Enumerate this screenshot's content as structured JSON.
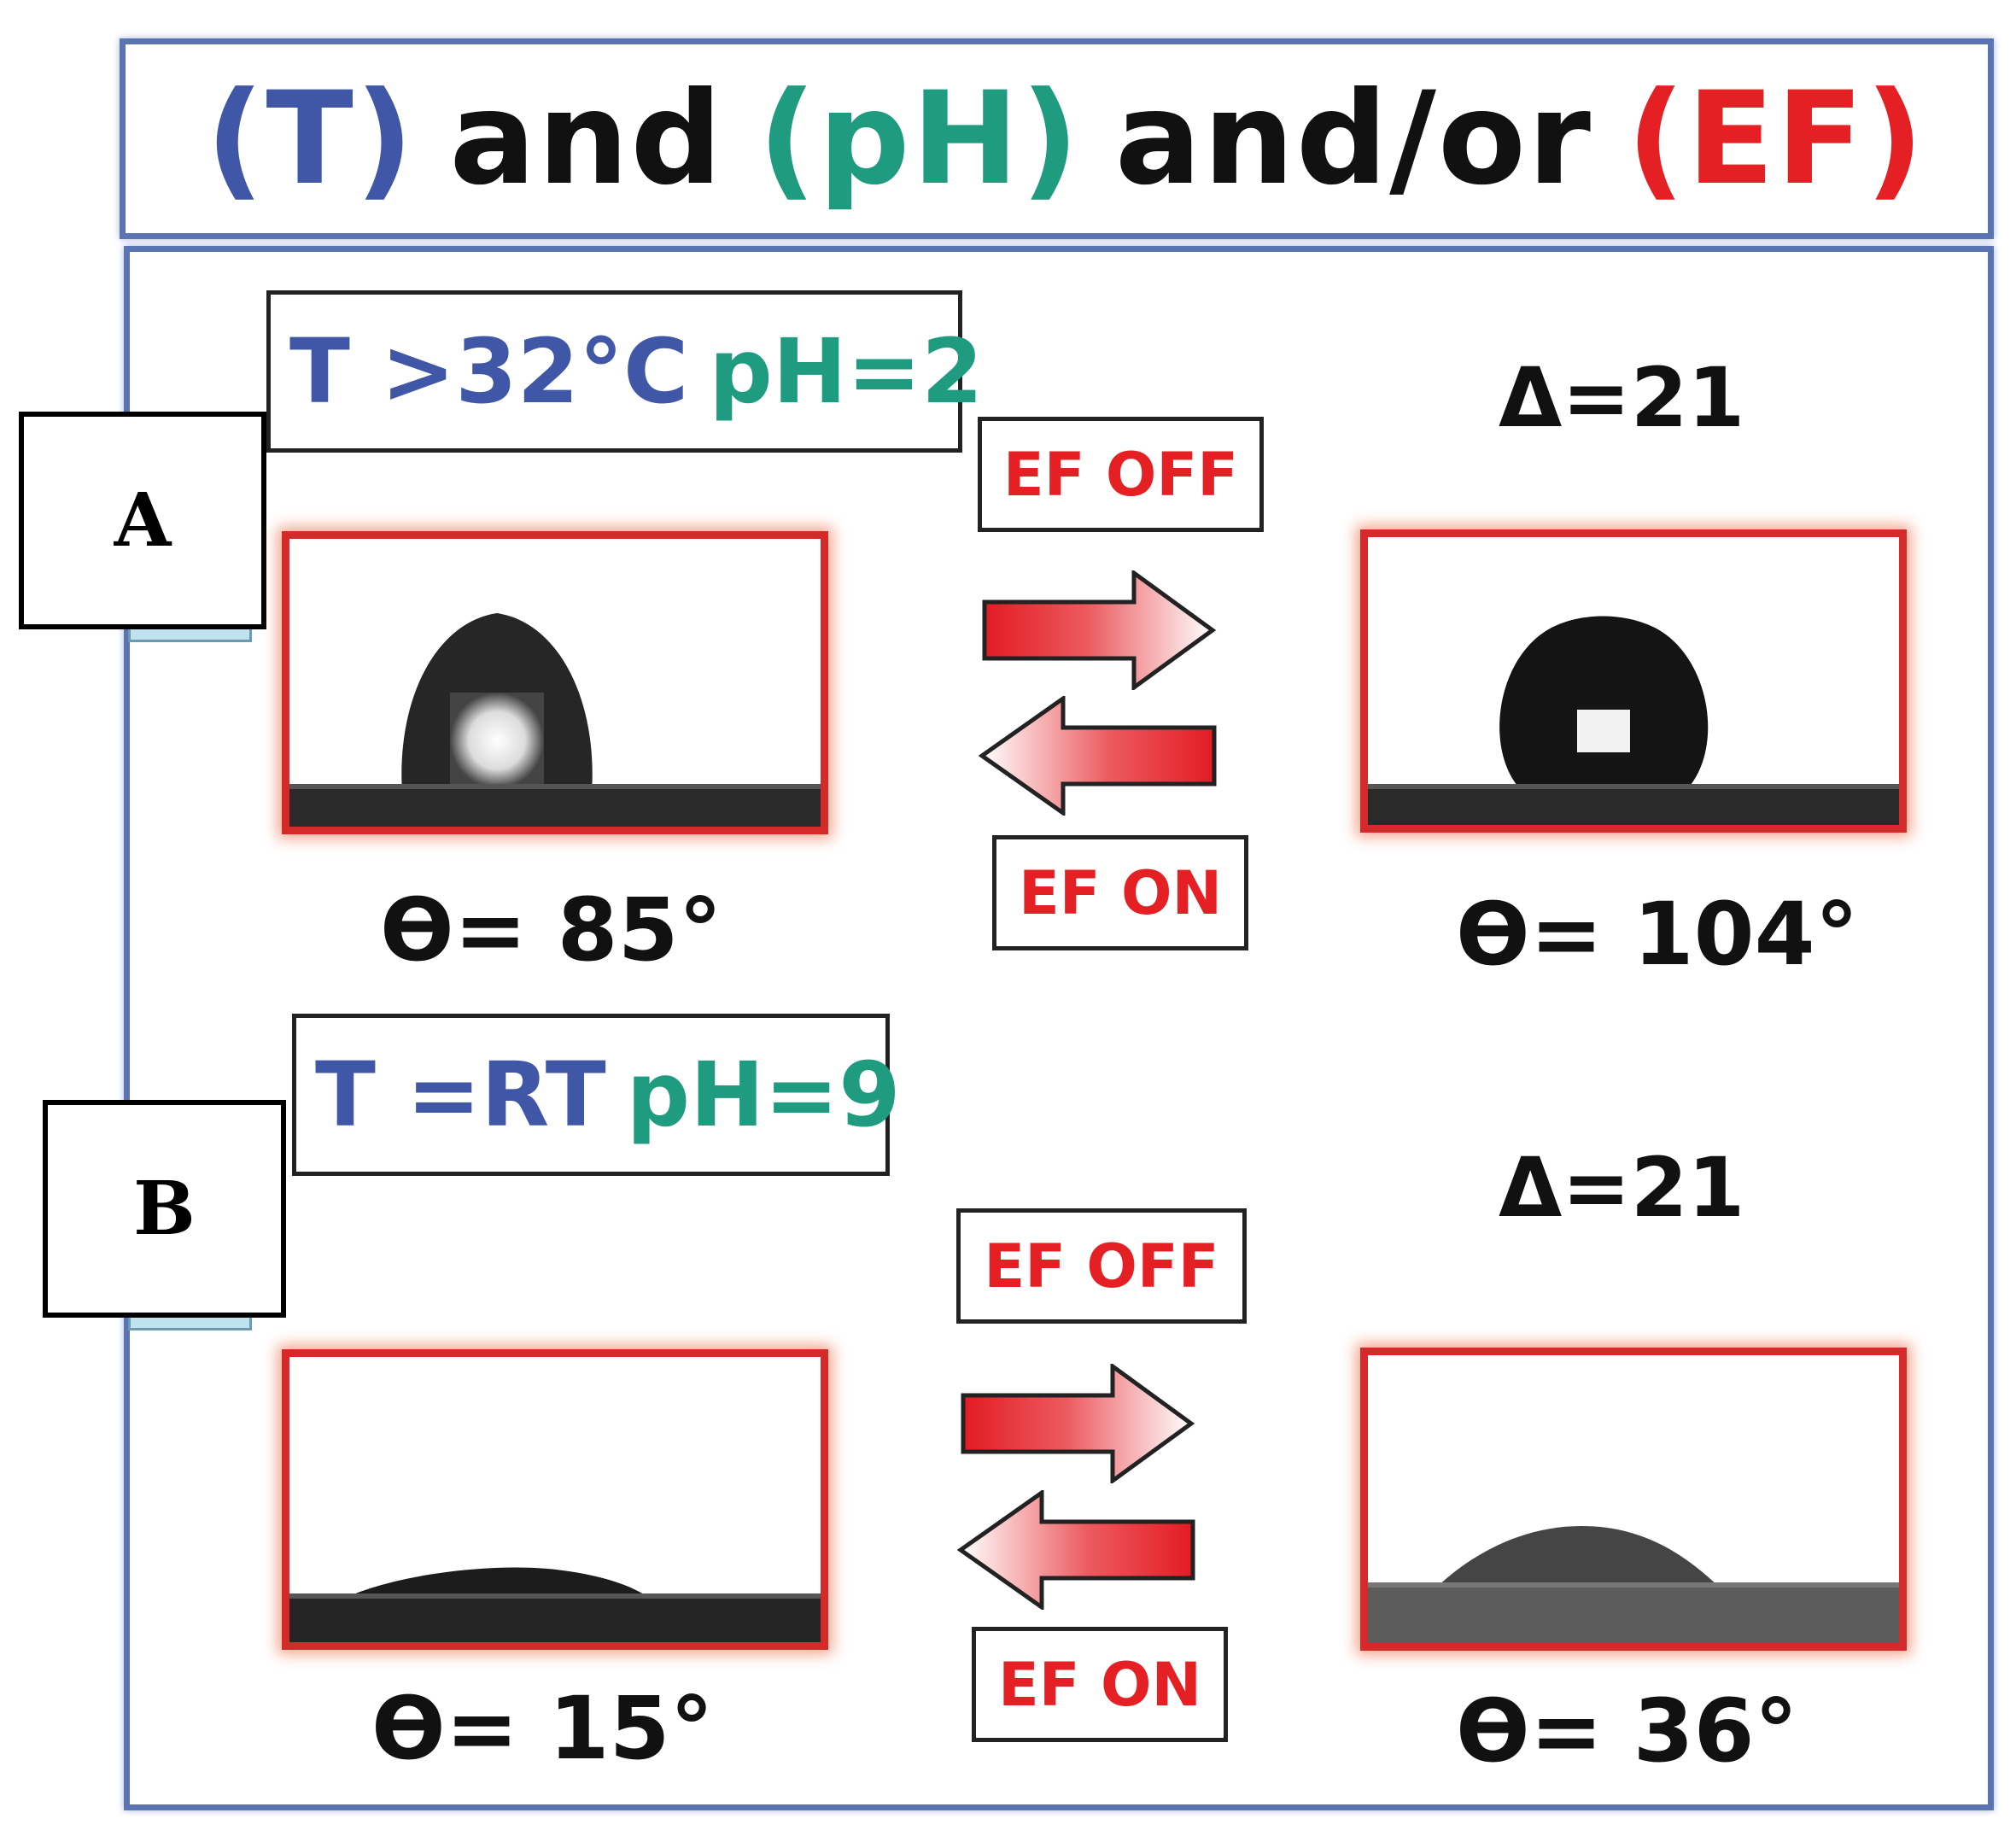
{
  "header": {
    "t_label": "(T)",
    "and_1": "and",
    "ph_label": "(pH)",
    "and_or": "and/or",
    "ef_label": "(EF)"
  },
  "panel_a": {
    "label": "A",
    "condition_t": "T >32°C",
    "condition_ph": "pH=2",
    "delta": "Δ=21",
    "ef_off": "EF OFF",
    "ef_on": "EF ON",
    "angle_off": "ϴ= 85°",
    "angle_on": "ϴ= 104°"
  },
  "panel_b": {
    "label": "B",
    "condition_t": "T =RT",
    "condition_ph": "pH=9",
    "delta": "Δ=21",
    "ef_off": "EF OFF",
    "ef_on": "EF ON",
    "angle_off": "ϴ= 15°",
    "angle_on": "ϴ= 36°"
  },
  "colors": {
    "temperature": "#3f57a6",
    "ph": "#1f9b80",
    "electric_field": "#e52025",
    "frame": "#5a74b3"
  }
}
